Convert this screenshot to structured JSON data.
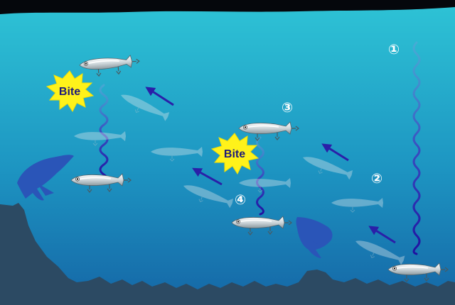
{
  "labels": {
    "step_1": "①",
    "step_2": "②",
    "step_3": "③",
    "step_4": "④",
    "bite": "Bite"
  },
  "colors": {
    "water_top": "#2ec4d6",
    "water_bottom": "#1566a6",
    "seabed": "#2c4a63",
    "fish": "#2a55b8",
    "line": "#2418a0",
    "arrow": "#2a1fa8",
    "burst": "#fff21a"
  }
}
